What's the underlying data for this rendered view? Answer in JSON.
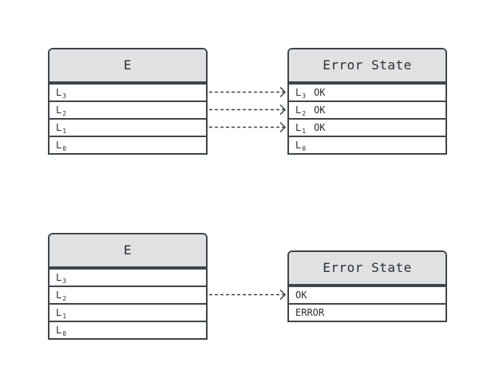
{
  "diagrams": [
    {
      "source": {
        "title": "E",
        "rows": [
          {
            "base": "L",
            "sub": "3"
          },
          {
            "base": "L",
            "sub": "2"
          },
          {
            "base": "L",
            "sub": "1"
          },
          {
            "base": "L",
            "sub": "0"
          }
        ]
      },
      "target": {
        "title": "Error State",
        "rows": [
          {
            "base": "L",
            "sub": "3",
            "status": "OK"
          },
          {
            "base": "L",
            "sub": "2",
            "status": "OK"
          },
          {
            "base": "L",
            "sub": "1",
            "status": "OK"
          },
          {
            "base": "L",
            "sub": "0",
            "status": ""
          }
        ]
      },
      "arrows": [
        {
          "from_row": 0,
          "to_row": 0
        },
        {
          "from_row": 1,
          "to_row": 1
        },
        {
          "from_row": 2,
          "to_row": 2
        }
      ]
    },
    {
      "source": {
        "title": "E",
        "rows": [
          {
            "base": "L",
            "sub": "3"
          },
          {
            "base": "L",
            "sub": "2"
          },
          {
            "base": "L",
            "sub": "1"
          },
          {
            "base": "L",
            "sub": "0"
          }
        ]
      },
      "target": {
        "title": "Error State",
        "rows": [
          {
            "text": "OK"
          },
          {
            "text": "ERROR"
          }
        ]
      },
      "arrows": [
        {
          "from_row": 1,
          "to_row": 0
        }
      ]
    }
  ]
}
